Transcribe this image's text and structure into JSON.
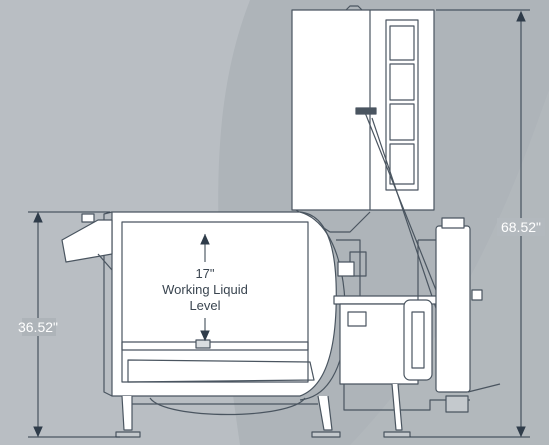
{
  "colors": {
    "background": "#aeb4b9",
    "swoosh": "#b9bec3",
    "machine_fill": "#ffffff",
    "machine_line": "#4a5560",
    "dimension_line": "#2f3c4a",
    "label_text": "#ffffff"
  },
  "dimensions": {
    "overall_height": "68.52\"",
    "tank_height": "36.52\""
  },
  "working_level": {
    "value": "17\"",
    "line1": "Working Liquid",
    "line2": "Level"
  }
}
